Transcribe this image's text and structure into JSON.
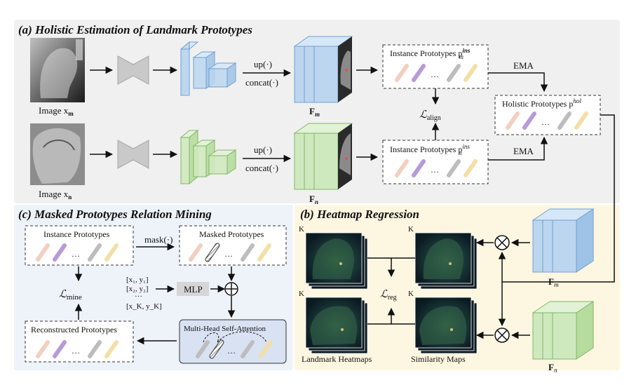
{
  "sections": {
    "a_title": "(a) Holistic Estimation of Landmark Prototypes",
    "b_title": "(b) Heatmap Regression",
    "c_title": "(c) Masked Prototypes Relation Mining"
  },
  "labels": {
    "image_m": "Image x",
    "image_m_sub": "m",
    "image_n": "Image x",
    "image_n_sub": "n",
    "up_m": "up(·)",
    "concat_m": "concat(·)",
    "up_n": "up(·)",
    "concat_n": "concat(·)",
    "feat_m": "F",
    "feat_m_sub": "m",
    "feat_n": "F",
    "feat_n_sub": "n",
    "inst_proto_m": "Instance Prototypes p",
    "inst_proto_m_sup": "ins",
    "inst_proto_m_sub": "m",
    "inst_proto_n": "Instance Prototypes p",
    "inst_proto_n_sup": "ins",
    "inst_proto_n_sub": "n",
    "loss_align": "ℒ",
    "loss_align_sub": "align",
    "ema_top": "EMA",
    "ema_bottom": "EMA",
    "holistic": "Holistic Prototypes p",
    "holistic_sup": "hol",
    "ellipsis": "…"
  },
  "mining": {
    "instance": "Instance Prototypes",
    "mask_op": "mask(·)",
    "masked": "Masked Prototypes",
    "loss_mine": "ℒ",
    "loss_mine_sub": "mine",
    "coord_1": "[x₁, y₁]",
    "coord_2": "[x₂, y₂]",
    "coord_dots": "···",
    "coord_k": "[x_K, y_K]",
    "mlp": "MLP",
    "attention": "Multi-Head Self-Attention",
    "reconstructed": "Reconstructed Prototypes"
  },
  "heatmap": {
    "k_top_left": "K",
    "k_top_right": "K",
    "k_bottom_left": "K",
    "k_bottom_right": "K",
    "loss_reg": "ℒ",
    "loss_reg_sub": "reg",
    "landmark_heatmaps": "Landmark Heatmaps",
    "similarity_maps": "Similarity Maps",
    "feat_m": "F",
    "feat_m_sub": "m",
    "feat_n": "F",
    "feat_n_sub": "n"
  },
  "colors": {
    "panel_a_bg": "#f0f0f0",
    "panel_b_bg": "#fdf6e1",
    "panel_c_bg": "#eef2f9",
    "blue_fill": "#bcd6ef",
    "blue_stroke": "#6f9fd2",
    "green_fill": "#cfe9bf",
    "green_stroke": "#7fb765",
    "gray_encoder": "#c9c9c9",
    "mhsa_fill": "#d9e2f3",
    "mlp_fill": "#d6d6d6",
    "proto_peach": "#f2cfc0",
    "proto_purple": "#b79ad8",
    "proto_gray": "#bdbdbd",
    "proto_yellow": "#f3dfa6"
  },
  "icons": [
    "encoder-icon",
    "feature-pyramid-icon",
    "xray-skull-image",
    "multiply-icon",
    "plus-icon",
    "heatmap-stack-icon"
  ]
}
